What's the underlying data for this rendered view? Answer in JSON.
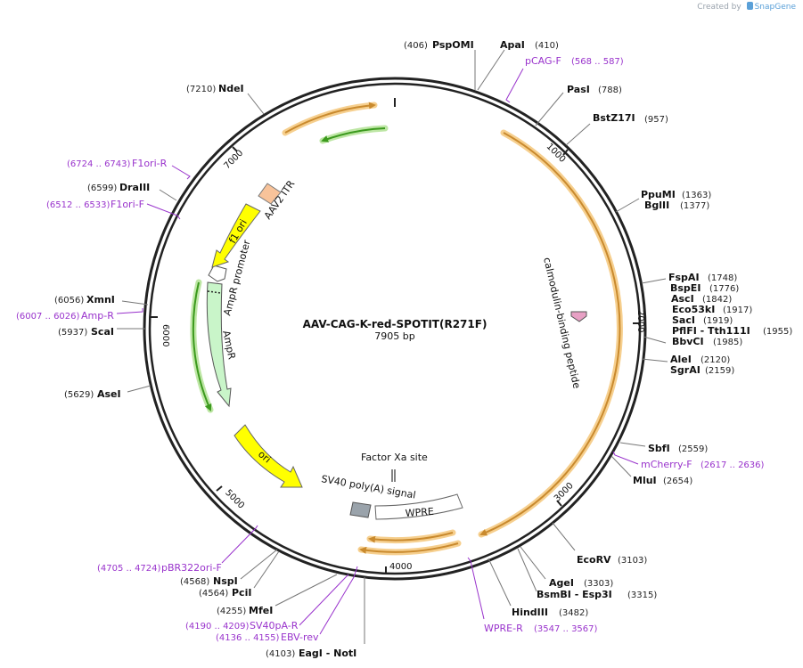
{
  "credit": {
    "prefix": "Created by",
    "brand": "SnapGene"
  },
  "plasmid": {
    "name": "AAV-CAG-K-red-SPOTIT(R271F)",
    "length_label": "7905 bp",
    "length": 7905
  },
  "ticks": [
    "1000",
    "2000",
    "3000",
    "4000",
    "5000",
    "6000",
    "7000"
  ],
  "sites": [
    {
      "pos": "(406)",
      "name": "PspOMI"
    },
    {
      "pos": "(410)",
      "name": "ApaI"
    },
    {
      "pos": "(788)",
      "name": "PasI"
    },
    {
      "pos": "(957)",
      "name": "BstZ17I"
    },
    {
      "pos": "(1363)",
      "name": "PpuMI"
    },
    {
      "pos": "(1377)",
      "name": "BglII"
    },
    {
      "pos": "(1748)",
      "name": "FspAI"
    },
    {
      "pos": "(1776)",
      "name": "BspEI"
    },
    {
      "pos": "(1842)",
      "name": "AscI"
    },
    {
      "pos": "(1917)",
      "name": "Eco53kI"
    },
    {
      "pos": "(1919)",
      "name": "SacI"
    },
    {
      "pos": "(1955)",
      "name": "PflFI - Tth111I"
    },
    {
      "pos": "(1985)",
      "name": "BbvCI"
    },
    {
      "pos": "(2120)",
      "name": "AleI"
    },
    {
      "pos": "(2159)",
      "name": "SgrAI"
    },
    {
      "pos": "(2559)",
      "name": "SbfI"
    },
    {
      "pos": "(2654)",
      "name": "MluI"
    },
    {
      "pos": "(3103)",
      "name": "EcoRV"
    },
    {
      "pos": "(3303)",
      "name": "AgeI"
    },
    {
      "pos": "(3315)",
      "name": "BsmBI - Esp3I"
    },
    {
      "pos": "(3482)",
      "name": "HindIII"
    },
    {
      "pos": "(4103)",
      "name": "EagI - NotI"
    },
    {
      "pos": "(4255)",
      "name": "MfeI"
    },
    {
      "pos": "(4564)",
      "name": "PciI"
    },
    {
      "pos": "(4568)",
      "name": "NspI"
    },
    {
      "pos": "(5629)",
      "name": "AseI"
    },
    {
      "pos": "(5937)",
      "name": "ScaI"
    },
    {
      "pos": "(6056)",
      "name": "XmnI"
    },
    {
      "pos": "(6599)",
      "name": "DraIII"
    },
    {
      "pos": "(7210)",
      "name": "NdeI"
    }
  ],
  "primers": [
    {
      "name": "pCAG-F",
      "range": "(568 .. 587)"
    },
    {
      "name": "mCherry-F",
      "range": "(2617 .. 2636)"
    },
    {
      "name": "WPRE-R",
      "range": "(3547 .. 3567)"
    },
    {
      "name": "EBV-rev",
      "range": "(4136 .. 4155)"
    },
    {
      "name": "SV40pA-R",
      "range": "(4190 .. 4209)"
    },
    {
      "name": "pBR322ori-F",
      "range": "(4705 .. 4724)"
    },
    {
      "name": "Amp-R",
      "range": "(6007 .. 6026)"
    },
    {
      "name": "F1ori-F",
      "range": "(6512 .. 6533)"
    },
    {
      "name": "F1ori-R",
      "range": "(6724 .. 6743)"
    }
  ],
  "features": [
    {
      "name": "calmodulin-binding peptide"
    },
    {
      "name": "Factor Xa site"
    },
    {
      "name": "SV40 poly(A) signal"
    },
    {
      "name": "WPRE"
    },
    {
      "name": "ori"
    },
    {
      "name": "AmpR"
    },
    {
      "name": "AmpR promoter"
    },
    {
      "name": "f1 ori"
    },
    {
      "name": "AAV2 ITR"
    }
  ],
  "colors": {
    "backbone": "#222222",
    "orf": "#c98a2e",
    "orf_glow": "#f6cf8e",
    "green_arrow": "#3c9a1e",
    "green_glow": "#bde6a4",
    "ori": "#ffff00",
    "ampr": "#c9f5c9",
    "itr": "#f8c39a",
    "polyA": "#9aa3ab",
    "cbp": "#e7a0c4",
    "primer": "#9933cc"
  }
}
